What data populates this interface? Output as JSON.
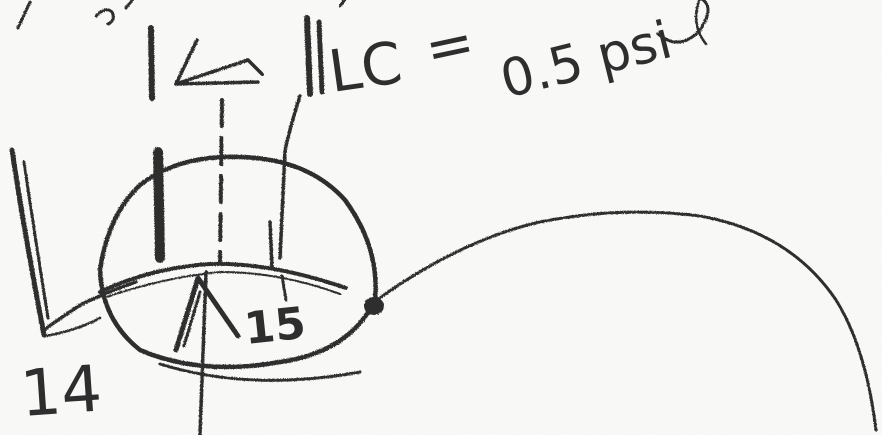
{
  "figure": {
    "lc_label": "LC",
    "equals": "=",
    "lc_value": "0.5 psi",
    "label_14": "14",
    "label_15": "15"
  },
  "colors": {
    "paper": "#fbfbf9",
    "ink": "#2e2e2e"
  }
}
